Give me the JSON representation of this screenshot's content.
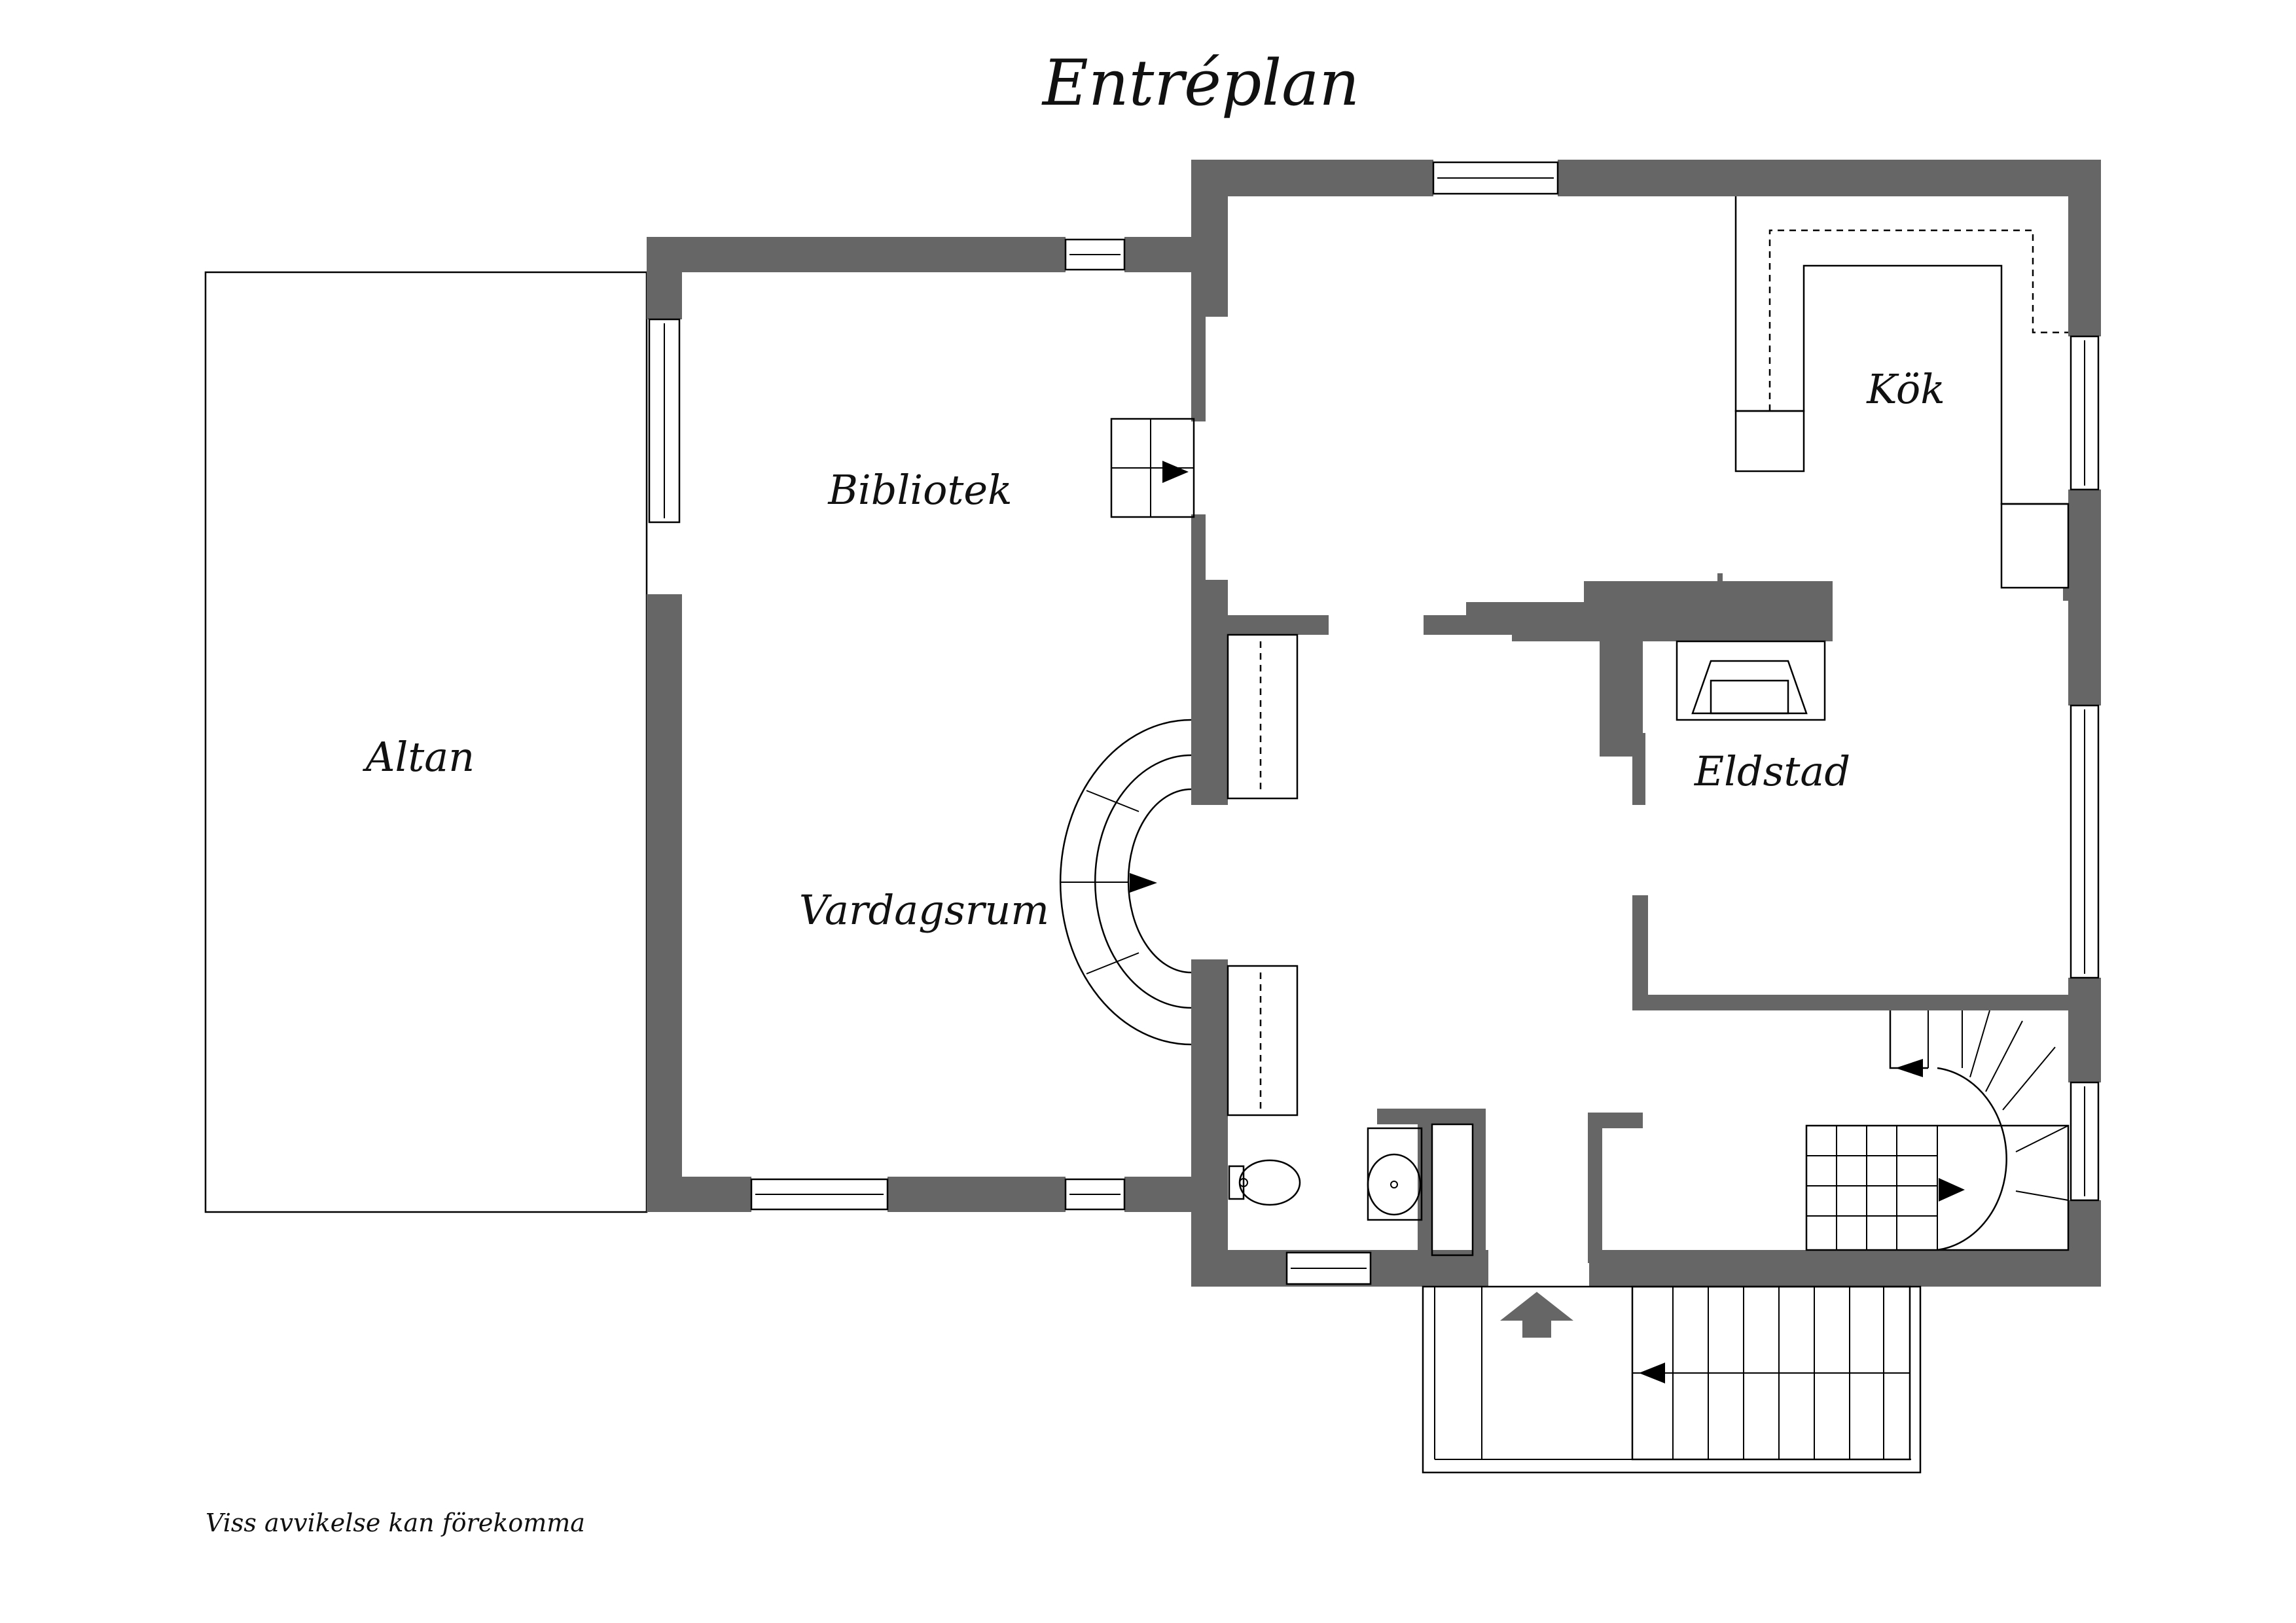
{
  "title": "Entréplan",
  "rooms": {
    "bibliotek": "Bibliotek",
    "kok": "Kök",
    "eldstad": "Eldstad",
    "vardagsrum": "Vardagsrum",
    "altan": "Altan"
  },
  "disclaimer": "Viss avvikelse kan förekomma",
  "colors": {
    "wall": "#666666",
    "line": "#000000",
    "background": "#ffffff"
  }
}
